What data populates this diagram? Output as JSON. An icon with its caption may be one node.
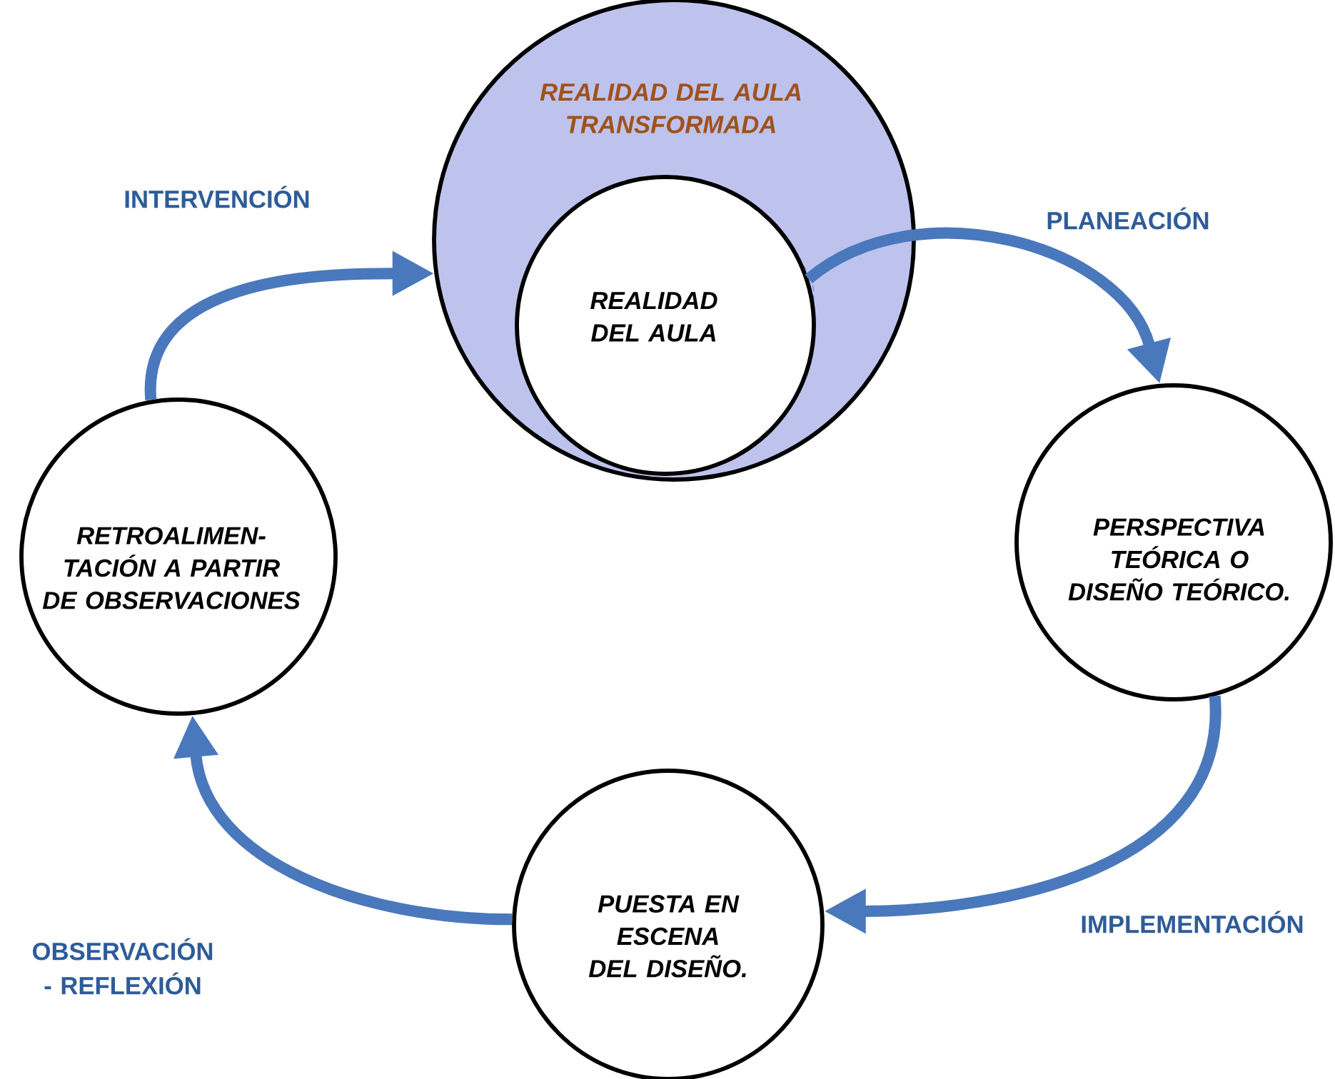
{
  "diagram": {
    "nodes": [
      {
        "text": [
          "REALIDAD DEL AULA TRANSFORMADA"
        ]
      },
      {
        "text": [
          "REALIDAD DEL AULA"
        ],
        "in": 0
      },
      {
        "text": [
          "PERSPECTIVA TEÓRICA O DISEÑO TEÓRICO."
        ]
      },
      {
        "text": [
          "PUESTA EN ESCENA DEL DISEÑO."
        ]
      },
      {
        "text": [
          "RETROALIMEN-TACIÓN A PARTIR DE OBSERVACIONES"
        ]
      }
    ],
    "edges": [
      {
        "from": 1,
        "to": 2,
        "arrow": "to",
        "label": "PLANEACIÓN"
      },
      {
        "from": 2,
        "to": 3,
        "arrow": "to",
        "label": "IMPLEMENTACIÓN"
      },
      {
        "from": 3,
        "to": 4,
        "arrow": "to",
        "label": "OBSERVACIÓN - REFLEXIÓN"
      },
      {
        "from": 4,
        "to": 0,
        "arrow": "to",
        "label": "INTERVENCIÓN"
      }
    ]
  }
}
